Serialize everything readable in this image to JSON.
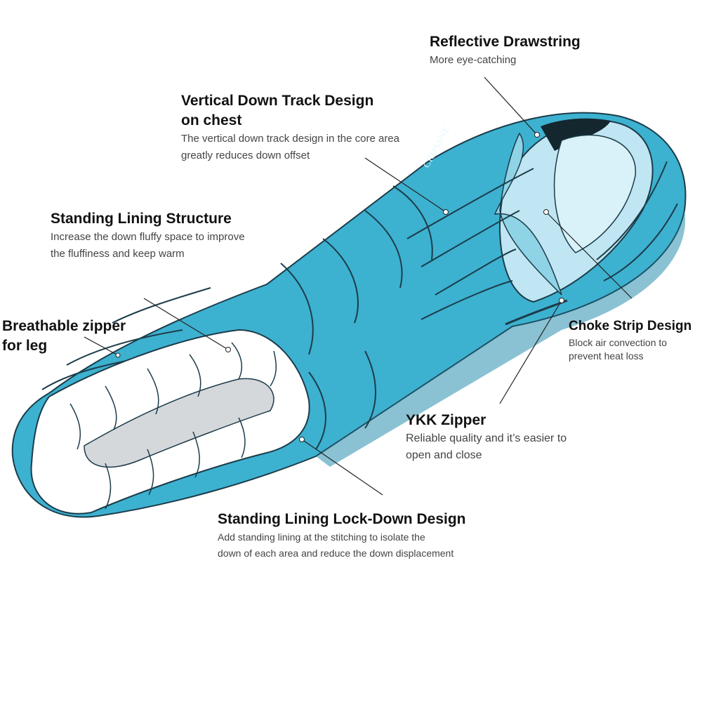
{
  "colors": {
    "shell": "#3db1d0",
    "shell_dark": "#2a8fae",
    "lining": "#bfe6f2",
    "baffle": "#ffffff",
    "stitch": "#1c3c4a",
    "accent_inner": "#c79a2e"
  },
  "brand_text": "CROSSNE",
  "callouts": {
    "reflective_drawstring": {
      "title": "Reflective Drawstring",
      "desc": "More eye-catching"
    },
    "vertical_down_track": {
      "title": "Vertical Down Track Design\non chest",
      "desc": "The vertical down track design in the core area\ngreatly reduces down offset"
    },
    "standing_lining_structure": {
      "title": "Standing Lining Structure",
      "desc": "Increase the down fluffy space to improve\nthe fluffiness and keep warm"
    },
    "breathable_zipper": {
      "title": "Breathable zipper\nfor leg",
      "desc": ""
    },
    "choke_strip": {
      "title": "Choke Strip Design",
      "desc": "Block air convection to\nprevent heat loss"
    },
    "ykk_zipper": {
      "title": "YKK Zipper",
      "desc": "Reliable quality and it’s easier to\nopen and close"
    },
    "lock_down": {
      "title": "Standing Lining Lock-Down Design",
      "desc": "Add standing lining at the stitching to isolate the\ndown of each area and reduce the down displacement"
    }
  }
}
